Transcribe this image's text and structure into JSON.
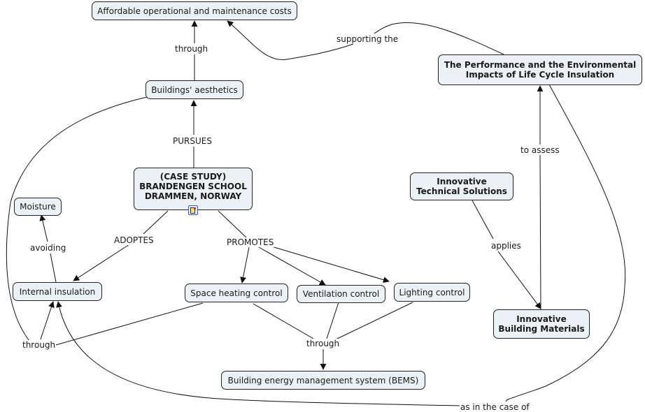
{
  "concepts": {
    "affordable_costs": "Affordable operational and maintenance costs",
    "performance_lci": "The Performance and the Environmental\nImpacts of Life Cycle Insulation",
    "buildings_aesthetics": "Buildings' aesthetics",
    "case_study": "(CASE STUDY)\nBRANDENGEN SCHOOL\nDRAMMEN, NORWAY",
    "innovative_technical": "Innovative\nTechnical Solutions",
    "moisture": "Moisture",
    "internal_insulation": "Internal insulation",
    "space_heating": "Space heating control",
    "ventilation": "Ventilation control",
    "lighting": "Lighting control",
    "innovative_materials": "Innovative\nBuilding Materials",
    "bems": "Building energy management system (BEMS)"
  },
  "linking_phrases": {
    "through_top": "through",
    "supporting_the": "supporting the",
    "pursues": "PURSUES",
    "to_assess": "to assess",
    "adoptes": "ADOPTES",
    "promotes": "PROMOTES",
    "avoiding": "avoiding",
    "applies": "applies",
    "through_left": "through",
    "through_mid": "through",
    "as_in_the_case_of": "as in the case of"
  },
  "attachments": {
    "case_study_resource": "document-icon"
  },
  "colors": {
    "node_fill": "#ebf2f5",
    "node_border": "#222222",
    "link": "#111111"
  }
}
